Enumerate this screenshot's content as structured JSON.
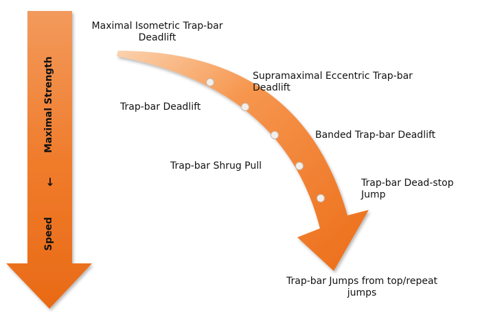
{
  "vertical_arrow": {
    "top_label": "Maximal Strength",
    "middle_symbol": "←",
    "bottom_label": "Speed"
  },
  "labels": {
    "isometric": "Maximal Isometric Trap-bar\nDeadlift",
    "supramaximal": "Supramaximal Eccentric Trap-bar\nDeadlift",
    "deadlift": "Trap-bar Deadlift",
    "banded": "Banded Trap-bar Deadlift",
    "shrug": "Trap-bar Shrug Pull",
    "deadstop": "Trap-bar Dead-stop\nJump",
    "jumps": "Trap-bar Jumps from top/repeat\njumps"
  },
  "colors": {
    "arrow_light": "#F4A66A",
    "arrow_mid": "#F07E2A",
    "arrow_dark": "#E0650F",
    "dot": "#F3EEEA"
  }
}
